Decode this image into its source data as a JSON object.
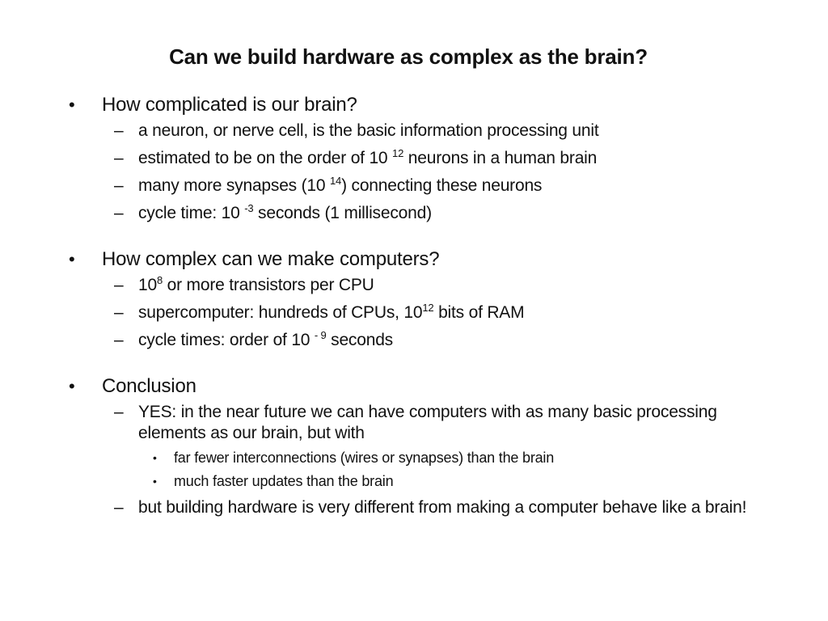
{
  "slide": {
    "title": "Can we build hardware as complex as the brain?",
    "bullet_mark": "•",
    "dash_mark": "–",
    "sections": [
      {
        "heading": "How complicated is our brain?",
        "items": [
          {
            "text": "a neuron, or nerve cell, is the basic information processing unit"
          },
          {
            "pre": "estimated to be on the order of 10 ",
            "sup": "12",
            "post": " neurons in a human brain"
          },
          {
            "pre": "many more synapses (10 ",
            "sup": "14",
            "post": ") connecting these neurons"
          },
          {
            "pre": "cycle time: 10 ",
            "sup": "-3",
            "post": " seconds (1 millisecond)"
          }
        ]
      },
      {
        "heading": "How complex can we make computers?",
        "items": [
          {
            "pre": "10",
            "sup": "8",
            "post": " or more transistors per CPU"
          },
          {
            "pre": "supercomputer: hundreds of CPUs, 10",
            "sup": "12",
            "post": " bits of RAM"
          },
          {
            "pre": "cycle times: order of 10 ",
            "sup": "- 9",
            "post": " seconds"
          }
        ]
      },
      {
        "heading": "Conclusion",
        "items": [
          {
            "text": "YES: in the near future we can have computers with as many basic processing elements as our brain, but with",
            "subitems": [
              "far fewer interconnections (wires or synapses) than the brain",
              "much faster updates than the brain"
            ]
          },
          {
            "text": "but building hardware is very different from making a computer behave like a brain!"
          }
        ]
      }
    ]
  }
}
